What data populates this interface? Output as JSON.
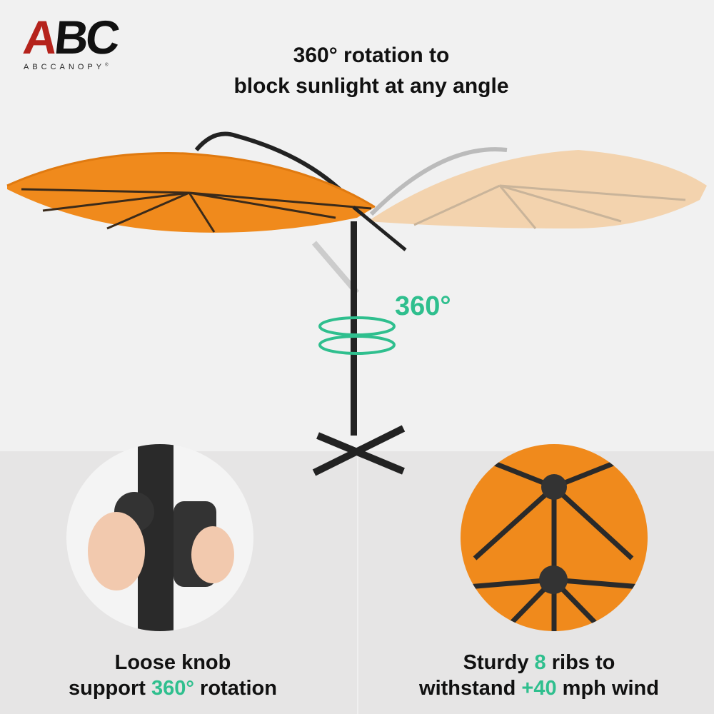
{
  "brand": {
    "logo_mark": "ABC",
    "logo_mark_red": "A",
    "logo_mark_black": "BC",
    "logo_sub": "ABCCANOPY",
    "registered": "®"
  },
  "headline": {
    "line1": "360° rotation to",
    "line2": "block sunlight at any angle"
  },
  "rotation_badge": "360°",
  "features": [
    {
      "pre": "Loose knob",
      "line2_pre": "support ",
      "highlight": "360°",
      "line2_post": " rotation"
    },
    {
      "line1_pre": "Sturdy ",
      "line1_hl": "8",
      "line1_post": " ribs to",
      "line2_pre": "withstand ",
      "line2_hl": "+40",
      "line2_post": " mph wind"
    }
  ],
  "colors": {
    "accent_green": "#2fbf8e",
    "canopy_orange": "#f08a1c",
    "brand_red": "#b5231c",
    "background": "#f1f1f1"
  }
}
